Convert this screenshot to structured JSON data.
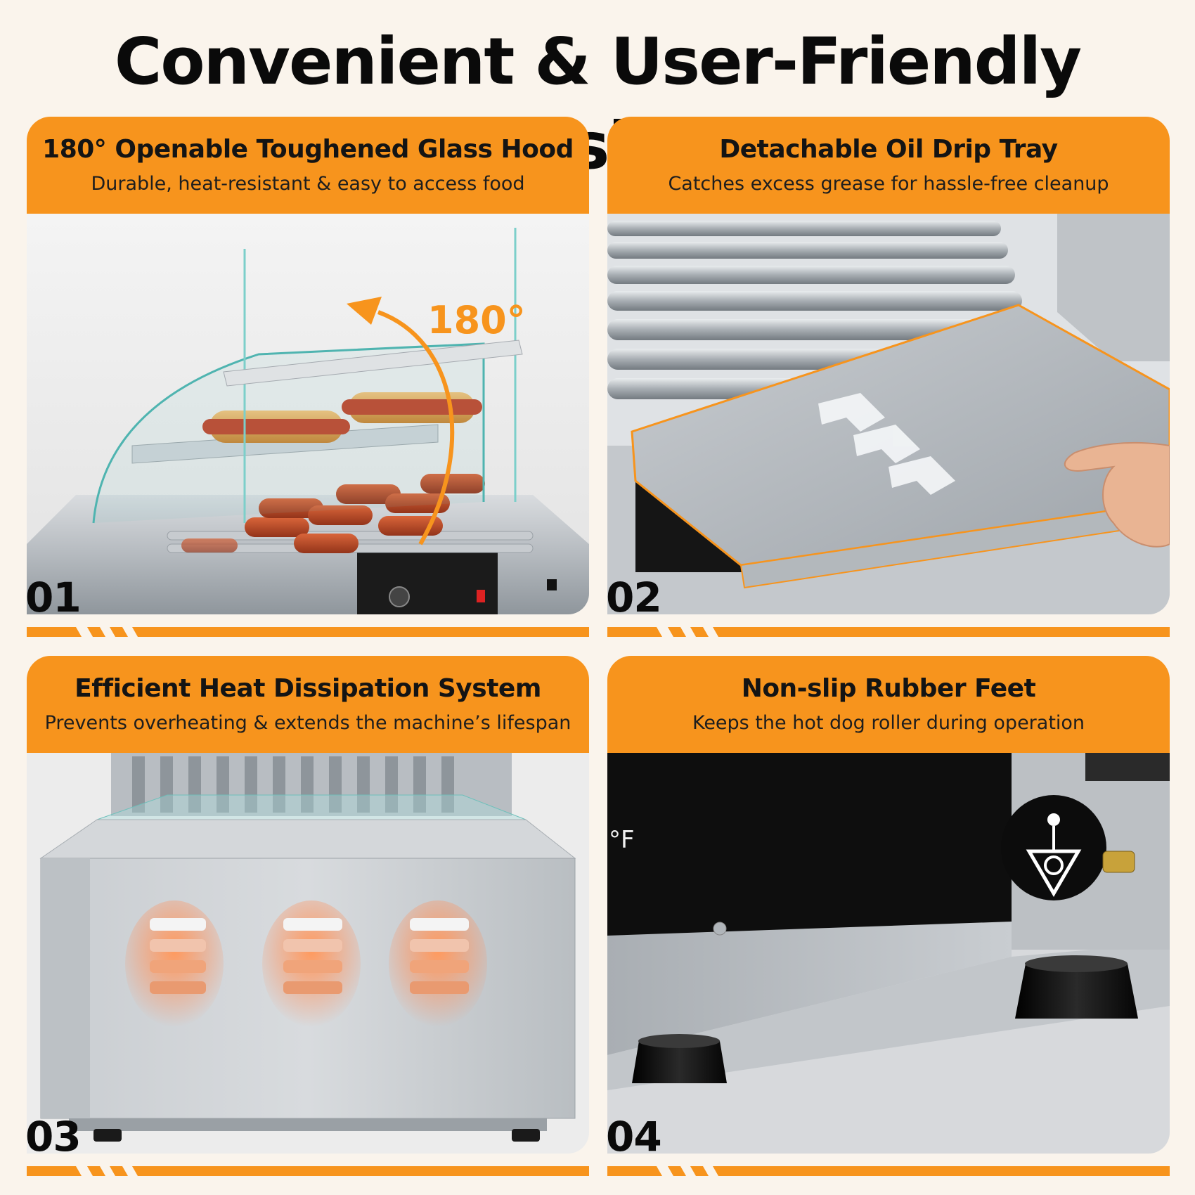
{
  "title": "Convenient & User-Friendly Design",
  "colors": {
    "accent": "#f7941d",
    "background": "#faf4ec",
    "text": "#141414"
  },
  "features": [
    {
      "number": "01",
      "title": "180° Openable Toughened Glass Hood",
      "subtitle": "Durable, heat-resistant & easy to access food",
      "badge": "180°",
      "icon": "rotation-arrow-icon"
    },
    {
      "number": "02",
      "title": "Detachable Oil Drip Tray",
      "subtitle": "Catches excess grease for hassle-free cleanup",
      "icon": "chevron-arrows-icon"
    },
    {
      "number": "03",
      "title": "Efficient Heat Dissipation System",
      "subtitle": "Prevents overheating & extends the machine’s lifespan",
      "icon": "heat-vent-icon"
    },
    {
      "number": "04",
      "title": "Non-slip Rubber Feet",
      "subtitle": "Keeps the hot dog roller during operation",
      "unit_label": "°F",
      "icon": "ground-symbol-icon"
    }
  ]
}
